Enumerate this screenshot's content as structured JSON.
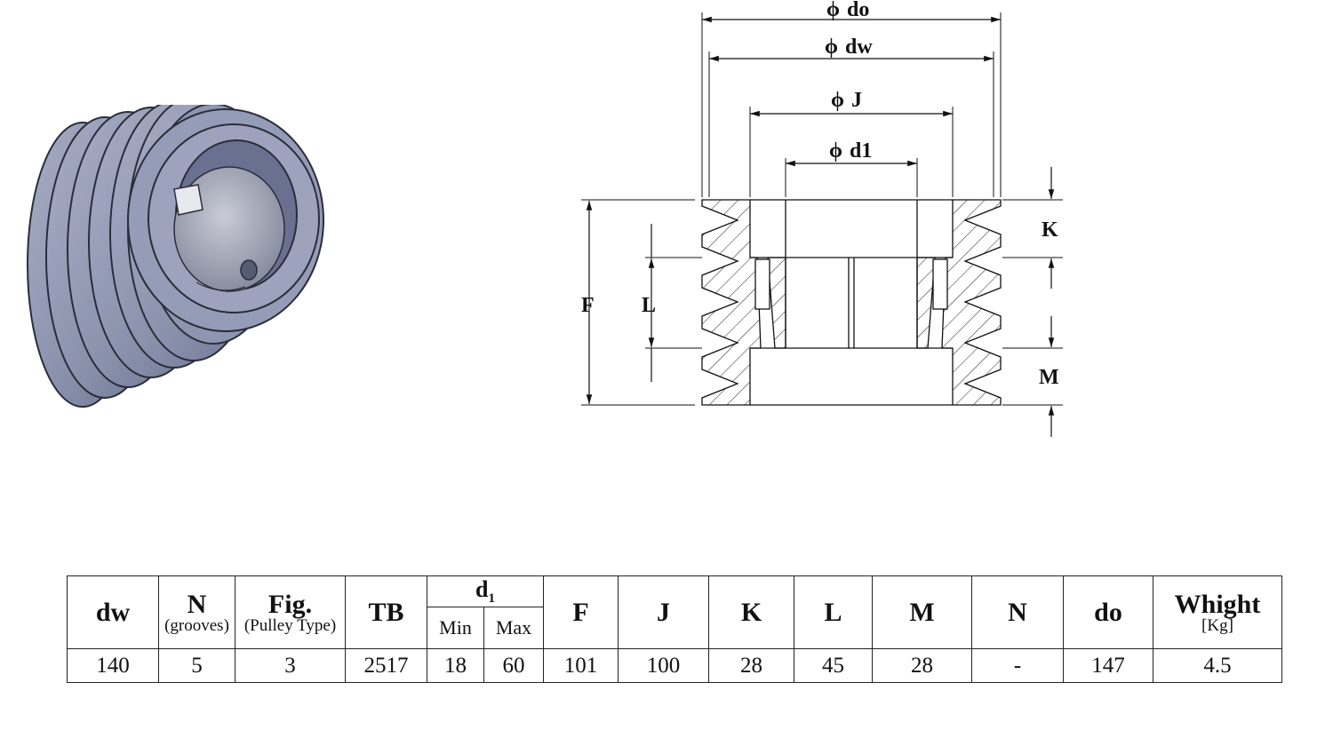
{
  "drawing": {
    "labels": {
      "do": "do",
      "dw": "dw",
      "J": "J",
      "d1": "d1",
      "K": "K",
      "L": "L",
      "F": "F",
      "M": "M"
    },
    "diameter_symbol": "ϕ"
  },
  "table": {
    "headers": {
      "dw": "dw",
      "N": "N",
      "N_sub": "(grooves)",
      "Fig": "Fig.",
      "Fig_sub": "(Pulley Type)",
      "TB": "TB",
      "d1_main": "d",
      "d1_sub": "1",
      "min": "Min",
      "max": "Max",
      "F": "F",
      "J": "J",
      "K": "K",
      "L": "L",
      "M": "M",
      "N2": "N",
      "do": "do",
      "weight": "Whight",
      "weight_sub": "[Kg]"
    },
    "row": {
      "dw": "140",
      "N": "5",
      "Fig": "3",
      "TB": "2517",
      "min": "18",
      "max": "60",
      "F": "101",
      "J": "100",
      "K": "28",
      "L": "45",
      "M": "28",
      "N2": "-",
      "do": "147",
      "weight": "4.5"
    }
  },
  "colors": {
    "pulley_body": "#8b92ad",
    "pulley_dark": "#5d6480",
    "line": "#111111"
  }
}
